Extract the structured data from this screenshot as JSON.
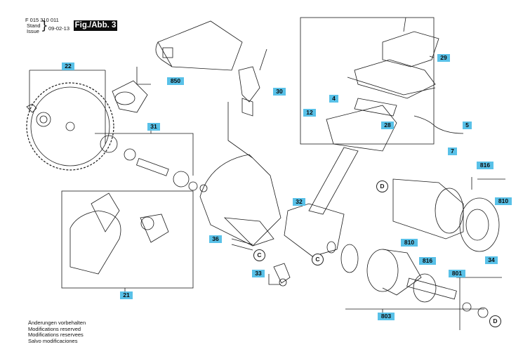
{
  "header": {
    "part_number": "F 015 310 011",
    "stand_label": "Stand",
    "issue_label": "Issue",
    "date": "09-02-13",
    "figure_label": "Fig./Abb. 3"
  },
  "footer": {
    "lines": [
      "Änderungen vorbehalten",
      "Modifications reserved",
      "Modifications reservees",
      "Salvo modificaciones"
    ]
  },
  "callouts": {
    "c22": "22",
    "c850": "850",
    "c30": "30",
    "c29": "29",
    "c4": "4",
    "c12": "12",
    "c28": "28",
    "c5": "5",
    "c7": "7",
    "c31": "31",
    "c816a": "816",
    "c810a": "810",
    "c32": "32",
    "c36": "36",
    "c810b": "810",
    "c816b": "816",
    "c34": "34",
    "c801": "801",
    "c33": "33",
    "c21": "21",
    "c803": "803"
  },
  "markers": {
    "d1": "D",
    "d2": "D",
    "c1": "C",
    "c2": "C"
  },
  "colors": {
    "callout_bg": "#59c1e8",
    "line": "#1a1a1a",
    "figure_box": "#0d0d0d"
  }
}
